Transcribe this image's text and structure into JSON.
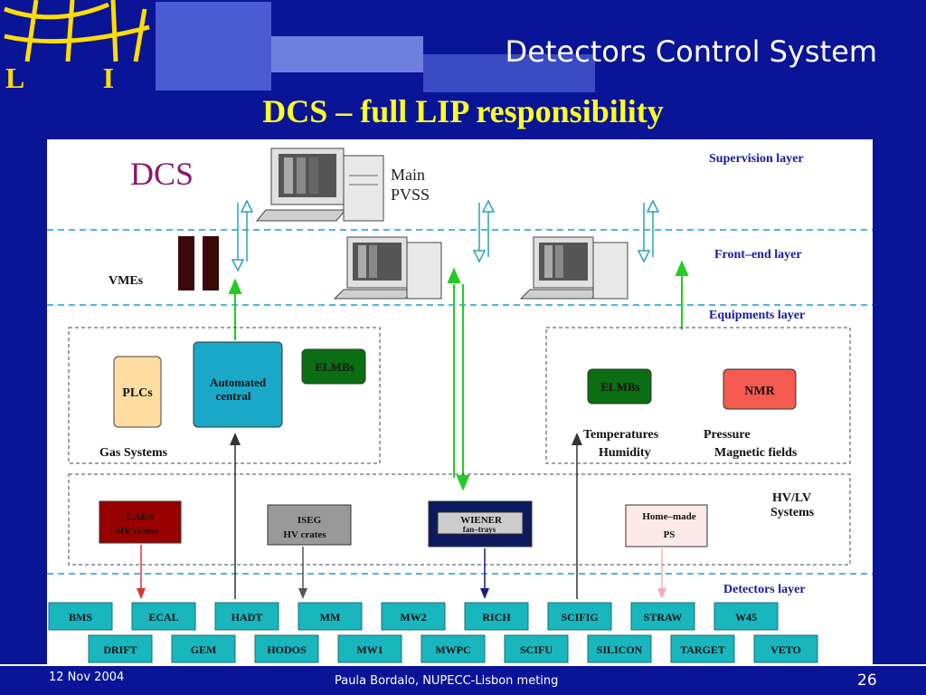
{
  "header": {
    "title": "Detectors Control System",
    "logo_text": "L I P"
  },
  "slide": {
    "title": "DCS – full LIP responsibility"
  },
  "diagram": {
    "label_dcs": "DCS",
    "layers": {
      "supervision": "Supervision layer",
      "frontend": "Front–end layer",
      "equipments": "Equipments layer",
      "detectors": "Detectors layer"
    },
    "main_pvss_1": "Main",
    "main_pvss_2": "PVSS",
    "vmes": "VMEs",
    "plcs": "PLCs",
    "automated_1": "Automated",
    "automated_2": "central",
    "elmbs_left": "ELMBs",
    "gas_systems": "Gas Systems",
    "elmbs_right": "ELMBs",
    "nmr": "NMR",
    "temperatures": "Temperatures",
    "humidity": "Humidity",
    "pressure": "Pressure",
    "magnetic_fields": "Magnetic fields",
    "hvlv_1": "HV/LV",
    "hvlv_2": "Systems",
    "caen_1": "CAEN",
    "caen_2": "HV crates",
    "iseg_1": "ISEG",
    "iseg_2": "HV crates",
    "wiener_1": "WIENER",
    "wiener_2": "fan–trays",
    "homemade_1": "Home–made",
    "homemade_2": "PS",
    "detectors_row1": [
      "BMS",
      "ECAL",
      "HADT",
      "MM",
      "MW2",
      "RICH",
      "SCIFIG",
      "STRAW",
      "W45"
    ],
    "detectors_row2": [
      "DRIFT",
      "GEM",
      "HODOS",
      "MW1",
      "MWPC",
      "SCIFU",
      "SILICON",
      "TARGET",
      "VETO"
    ]
  },
  "footer": {
    "date": "12 Nov 2004",
    "center": "Paula Bordalo,   NUPECC-Lisbon meting",
    "page": "26"
  },
  "colors": {
    "background": "#0a1496",
    "title_yellow": "#ffff22",
    "caen": "#990000",
    "iseg": "#999999",
    "wiener": "#0d1a5e",
    "plc": "#ffdca0",
    "automated": "#19a8c8",
    "elmb": "#0b6e12",
    "nmr": "#f45a50",
    "detector_box": "#19b6be"
  }
}
